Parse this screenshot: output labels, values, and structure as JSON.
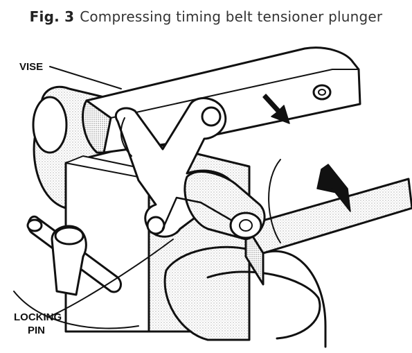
{
  "figure": {
    "number": "Fig. 3",
    "title": "Compressing timing belt tensioner plunger"
  },
  "labels": {
    "vise": "VISE",
    "locking_pin_line1": "LOCKING",
    "locking_pin_line2": "PIN"
  },
  "colors": {
    "ink": "#111111",
    "shade": "#bdbdbd",
    "paper": "#ffffff",
    "caption": "#333333"
  }
}
